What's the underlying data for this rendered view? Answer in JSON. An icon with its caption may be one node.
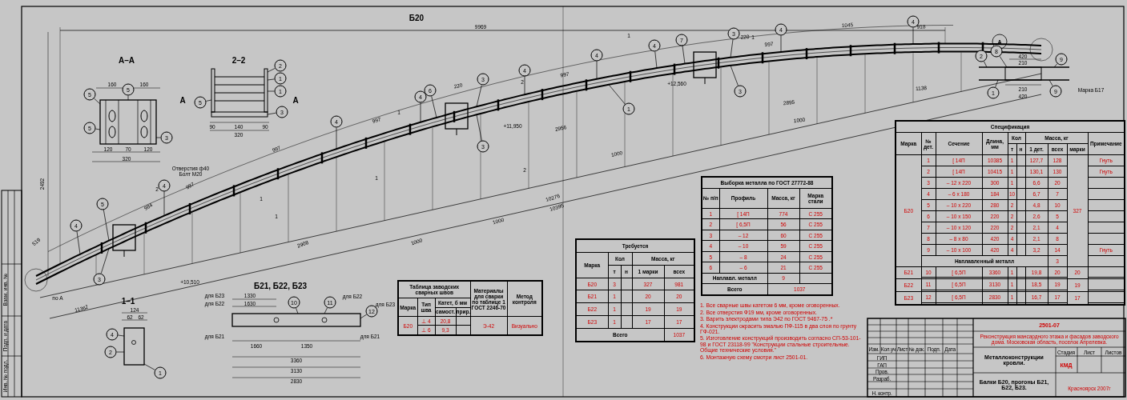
{
  "diagram": {
    "title": "Б20",
    "nodes": [
      {
        "text": [
          "4"
        ]
      },
      {
        "text": [
          "5"
        ]
      },
      {
        "text": [
          "3"
        ]
      },
      {
        "text": [
          "4"
        ]
      },
      {
        "text": [
          "4"
        ]
      },
      {
        "text": [
          "4"
        ]
      },
      {
        "text": [
          "6"
        ]
      },
      {
        "text": [
          "3"
        ]
      },
      {
        "text": [
          "3"
        ]
      },
      {
        "text": [
          "4"
        ]
      },
      {
        "text": [
          "4"
        ]
      },
      {
        "text": [
          "1"
        ]
      },
      {
        "text": [
          "4"
        ]
      },
      {
        "text": [
          "7"
        ]
      },
      {
        "text": [
          "3"
        ]
      },
      {
        "text": [
          "3"
        ]
      },
      {
        "text": [
          "4"
        ]
      },
      {
        "text": [
          "4"
        ]
      },
      {
        "text": [
          "5"
        ]
      },
      {
        "text": [
          "5"
        ]
      },
      {
        "text": [
          "5"
        ]
      },
      {
        "text": [
          "3"
        ]
      },
      {
        "text": [
          "2"
        ]
      },
      {
        "text": [
          "1"
        ]
      },
      {
        "text": [
          "1"
        ]
      },
      {
        "text": [
          "5"
        ]
      },
      {
        "text": [
          "3"
        ]
      },
      {
        "text": [
          "2"
        ]
      },
      {
        "text": [
          "8"
        ]
      },
      {
        "text": [
          "9"
        ]
      },
      {
        "text": [
          "1"
        ]
      },
      {
        "text": [
          "9"
        ]
      },
      {
        "text": [
          "4"
        ]
      },
      {
        "text": [
          "2"
        ]
      },
      {
        "text": [
          "1"
        ]
      },
      {
        "text": [
          "10"
        ]
      },
      {
        "text": [
          "11"
        ]
      },
      {
        "text": [
          "12"
        ]
      },
      {
        "text": [],
        "shape": "picture"
      },
      {
        "text": [],
        "shape": "picture"
      },
      {
        "text": [],
        "shape": "picture"
      },
      {
        "text": [],
        "shape": "picture"
      },
      {
        "text": [],
        "shape": "picture"
      }
    ],
    "edges": [
      {
        "from": 0,
        "to": null,
        "arrow": "none"
      },
      {
        "from": 1,
        "to": null,
        "arrow": "none"
      },
      {
        "from": 2,
        "to": null,
        "arrow": "none"
      },
      {
        "from": 3,
        "to": null,
        "arrow": "none"
      },
      {
        "from": 4,
        "to": null,
        "arrow": "none"
      },
      {
        "from": 5,
        "to": null,
        "arrow": "none"
      },
      {
        "from": 6,
        "to": null,
        "arrow": "none"
      },
      {
        "from": 7,
        "to": null,
        "arrow": "none"
      },
      {
        "from": 8,
        "to": null,
        "arrow": "none"
      },
      {
        "from": 9,
        "to": null,
        "arrow": "none"
      },
      {
        "from": 10,
        "to": null,
        "arrow": "none"
      },
      {
        "from": 11,
        "to": null,
        "arrow": "none"
      },
      {
        "from": 12,
        "to": null,
        "arrow": "none"
      },
      {
        "from": 13,
        "to": null,
        "arrow": "none"
      },
      {
        "from": 14,
        "to": null,
        "arrow": "none"
      },
      {
        "from": 15,
        "to": null,
        "arrow": "none"
      },
      {
        "from": 16,
        "to": null,
        "arrow": "none"
      },
      {
        "from": 17,
        "to": null,
        "arrow": "none"
      },
      {
        "from": 18,
        "to": 38,
        "arrow": "none"
      },
      {
        "from": 19,
        "to": 38,
        "arrow": "none"
      },
      {
        "from": 20,
        "to": 38,
        "arrow": "none"
      },
      {
        "from": 21,
        "to": 38,
        "arrow": "none"
      },
      {
        "from": 22,
        "to": 39,
        "arrow": "none"
      },
      {
        "from": 23,
        "to": 39,
        "arrow": "none"
      },
      {
        "from": 24,
        "to": 39,
        "arrow": "none"
      },
      {
        "from": 25,
        "to": 39,
        "arrow": "none"
      },
      {
        "from": 26,
        "to": 39,
        "arrow": "none"
      },
      {
        "from": 27,
        "to": 40,
        "arrow": "none"
      },
      {
        "from": 28,
        "to": 40,
        "arrow": "none"
      },
      {
        "from": 29,
        "to": 40,
        "arrow": "none"
      },
      {
        "from": 30,
        "to": 40,
        "arrow": "none"
      },
      {
        "from": 31,
        "to": 40,
        "arrow": "none"
      },
      {
        "from": 32,
        "to": 41,
        "arrow": "none"
      },
      {
        "from": 33,
        "to": 41,
        "arrow": "none"
      },
      {
        "from": 34,
        "to": 41,
        "arrow": "none"
      },
      {
        "from": 35,
        "to": 42,
        "arrow": "none"
      },
      {
        "from": 36,
        "to": 42,
        "arrow": "none"
      },
      {
        "from": 37,
        "to": 42,
        "arrow": "none"
      }
    ],
    "labels": [
      "9969",
      "1045",
      "918",
      "997",
      "997",
      "997",
      "997",
      "997",
      "220",
      "220",
      "984",
      "519",
      "1136",
      "2492",
      "10276",
      "10395",
      "2895",
      "1138",
      "2956",
      "2908",
      "1000",
      "1000",
      "1000",
      "1000",
      "+10,510",
      "+11,950",
      "+12,560",
      "по А",
      "1",
      "2",
      "1",
      "1",
      "1",
      "1",
      "2",
      "2",
      "1",
      "1",
      "А–А",
      "160",
      "160",
      "120",
      "70",
      "120",
      "320",
      "Отверстия ф40 Болт М20",
      "А",
      "А",
      "2–2",
      "90",
      "140",
      "90",
      "320",
      "А",
      "420",
      "210",
      "210",
      "420",
      "Марка Б17",
      "Спецификация",
      "Марка",
      "№ дет.",
      "Сечение",
      "Длина, мм",
      "Кол",
      "Масса, кг",
      "Примечание",
      "т",
      "н",
      "1 дет.",
      "всех",
      "марки",
      "Б20",
      "1",
      "[ 14П",
      "10385",
      "1",
      "127,7",
      "128",
      "327",
      "Гнуть",
      "2",
      "[ 14П",
      "10415",
      "1",
      "130,1",
      "130",
      "Гнуть",
      "3",
      "– 12 х 220",
      "300",
      "1",
      "6,6",
      "20",
      "4",
      "– 6 х 180",
      "184",
      "10",
      "6,7",
      "7",
      "5",
      "– 10 х 220",
      "280",
      "2",
      "4,8",
      "10",
      "6",
      "– 10 х 150",
      "220",
      "2",
      "2,6",
      "5",
      "7",
      "– 10 х 120",
      "220",
      "2",
      "2,1",
      "4",
      "8",
      "– 8 х 80",
      "420",
      "4",
      "2,1",
      "8",
      "9",
      "– 10 х 100",
      "420",
      "4",
      "3,2",
      "14",
      "Гнуть",
      "Наплавленный металл",
      "3",
      "Б21",
      "10",
      "[ 6,5П",
      "3360",
      "1",
      "19,8",
      "20",
      "20",
      "Б22",
      "11",
      "[ 6,5П",
      "3130",
      "1",
      "18,5",
      "19",
      "19",
      "Б23",
      "12",
      "[ 6,5П",
      "2830",
      "1",
      "16,7",
      "17",
      "17",
      "Выборка металла по ГОСТ 27772-88",
      "№ п/п",
      "Профиль",
      "Масса, кг",
      "Марка стали",
      "1",
      "[ 14П",
      "774",
      "С 255",
      "2",
      "[ 6,5П",
      "56",
      "С 255",
      "3",
      "– 12",
      "60",
      "С 255",
      "4",
      "– 10",
      "59",
      "С 255",
      "5",
      "– 8",
      "24",
      "С 255",
      "6",
      "– 6",
      "21",
      "С 255",
      "Наплавл. металл",
      "9",
      "Всего",
      "1037",
      "Требуется",
      "Марка",
      "Кол",
      "Масса, кг",
      "т",
      "н",
      "1 марки",
      "всех",
      "Б20",
      "3",
      "327",
      "981",
      "Б21",
      "1",
      "20",
      "20",
      "Б22",
      "1",
      "19",
      "19",
      "Б23",
      "1",
      "17",
      "17",
      "Всего",
      "1037",
      "Таблица заводских сварных швов",
      "Материалы для сварки по таблице 1 ГОСТ 2246-70",
      "Метод контроля",
      "Марка",
      "Тип шва",
      "Катет, б мм",
      "самост.",
      "прир.",
      "Б20",
      "⊥ 4",
      "20,8",
      "Э-42",
      "Визуально",
      "⊥ 6",
      "9,3",
      "Б21, Б22, Б23",
      "для Б23",
      "1330",
      "для Б22",
      "1630",
      "для Б22",
      "для Б23",
      "для Б21",
      "1660",
      "1350",
      "для Б21",
      "3360",
      "3130",
      "2830",
      "1–1",
      "124",
      "62",
      "62",
      "1. Все сварные швы катетом 6 мм, кроме оговоренных.",
      "2. Все отверстия Ф19 мм, кроме оговоренных.",
      "3. Варить электродами типа Э42 по ГОСТ 9467-75 .*",
      "4. Конструкции окрасить эмалью ПФ-115 в два слоя по грунту ГФ-021.",
      "5. Изготовление конструкций производить согласно СП-53-101-98 и ГОСТ 23118-99 \"Конструкции стальные строительные. Общие технические условия.\"",
      "6. Монтажную схему смотри лист 2501-01.",
      "Изм.",
      "Кол.уч",
      "Лист",
      "№ док.",
      "Подп.",
      "Дата",
      "ГИП",
      "ГАП",
      "Пров.",
      "Разраб.",
      "Н. контр.",
      "2501-07",
      "Реконструкция мансардного этажа и фасадов заводского дома. Московская область, поселок Апрелевка.",
      "Металлоконструкции кровли.",
      "Стадия",
      "Лист",
      "Листов",
      "КМД",
      "Балки Б20, прогоны Б21, Б22, Б23.",
      "Красноярск 2007г",
      "Инв. № подл.",
      "Подп. и дата",
      "Взам. инв. №"
    ]
  }
}
